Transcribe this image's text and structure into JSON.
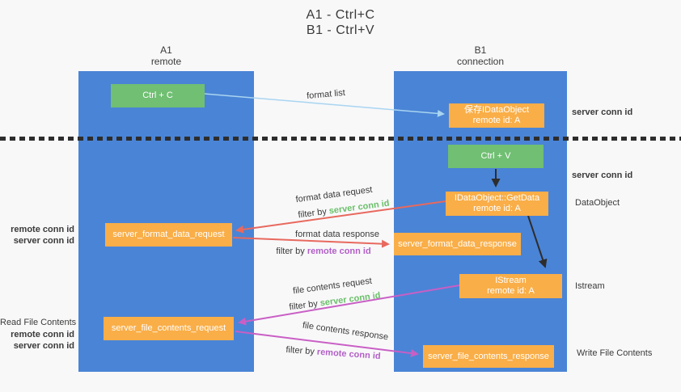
{
  "title": {
    "line1": "A1 - Ctrl+C",
    "line2": "B1 - Ctrl+V"
  },
  "lanes": {
    "a1": {
      "name": "A1",
      "subtitle": "remote"
    },
    "b1": {
      "name": "B1",
      "subtitle": "connection"
    }
  },
  "nodes": {
    "ctrl_c": "Ctrl + C",
    "ctrl_v": "Ctrl + V",
    "save_idataobject": {
      "title": "保存IDataObject",
      "subtitle": "remote id: A"
    },
    "getdata": {
      "title": "IDataObject::GetData",
      "subtitle": "remote id: A"
    },
    "server_format_data_request": "server_format_data_request",
    "server_format_data_response": "server_format_data_response",
    "istream": {
      "title": "IStream",
      "subtitle": "remote id: A"
    },
    "server_file_contents_request": "server_file_contents_request",
    "server_file_contents_response": "server_file_contents_response"
  },
  "edges": {
    "format_list": "format list",
    "format_data_request": "format data request",
    "format_data_response": "format data response",
    "file_contents_request": "file contents request",
    "file_contents_response": "file contents response",
    "filter_by": "filter by",
    "server_conn_id": "server conn id",
    "remote_conn_id": "remote conn id"
  },
  "annotations": {
    "right": {
      "server_conn_id_top": "server conn id",
      "server_conn_id_middle": "server conn id",
      "dataobject": "DataObject",
      "istream": "Istream",
      "write_file_contents": "Write File Contents"
    },
    "left": {
      "remote_conn_id_format": "remote conn id",
      "server_conn_id_format": "server conn id",
      "read_file_contents": "Read File Contents",
      "remote_conn_id_file": "remote conn id",
      "server_conn_id_file": "server conn id"
    }
  },
  "colors": {
    "lane_blue": "#4a84d6",
    "node_orange": "#f9ae48",
    "node_green": "#70bf73",
    "server_conn_id_green": "#6abf69",
    "remote_conn_id_purple": "#b25fc6",
    "request_arrow_red": "#e8695e",
    "file_arrow_magenta": "#c95fc5",
    "format_list_arrow_blue": "#a9d5f0",
    "black_arrow": "#2d2d2d"
  }
}
